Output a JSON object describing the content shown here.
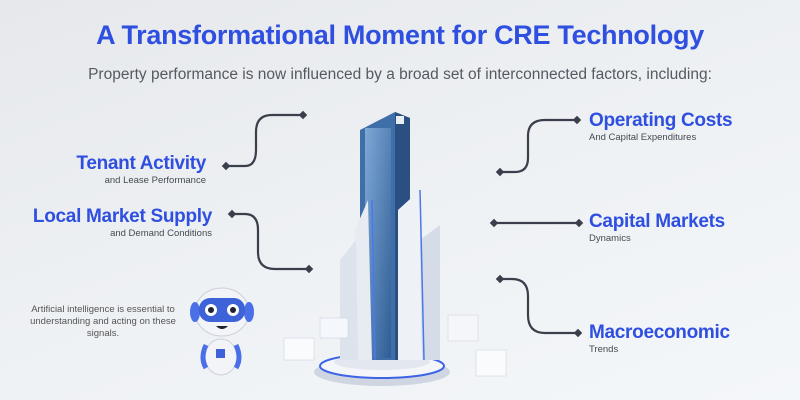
{
  "title": "A Transformational Moment for CRE Technology",
  "subtitle": "Property performance is now influenced by a broad set of interconnected factors, including:",
  "factors": [
    {
      "title": "Tenant Activity",
      "subtitle": "and Lease Performance"
    },
    {
      "title": "Local Market Supply",
      "subtitle": "and Demand Conditions"
    },
    {
      "title": "Operating Costs",
      "subtitle": "And Capital Expenditures"
    },
    {
      "title": "Capital Markets",
      "subtitle": "Dynamics"
    },
    {
      "title": "Macroeconomic",
      "subtitle": "Trends"
    }
  ],
  "ai_note": "Artificial intelligence is essential to understanding and acting on these signals.",
  "colors": {
    "accent": "#2f4fe0",
    "connector": "#3a3f4b"
  }
}
